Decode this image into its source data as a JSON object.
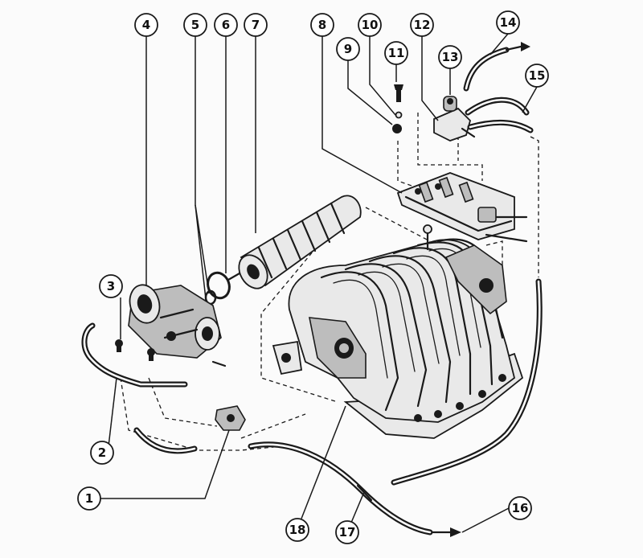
{
  "callouts": [
    {
      "id": "c1",
      "label": "1"
    },
    {
      "id": "c2",
      "label": "2"
    },
    {
      "id": "c3",
      "label": "3"
    },
    {
      "id": "c4",
      "label": "4"
    },
    {
      "id": "c5",
      "label": "5"
    },
    {
      "id": "c6",
      "label": "6"
    },
    {
      "id": "c7",
      "label": "7"
    },
    {
      "id": "c8",
      "label": "8"
    },
    {
      "id": "c9",
      "label": "9"
    },
    {
      "id": "c10",
      "label": "10"
    },
    {
      "id": "c11",
      "label": "11"
    },
    {
      "id": "c12",
      "label": "12"
    },
    {
      "id": "c13",
      "label": "13"
    },
    {
      "id": "c14",
      "label": "14"
    },
    {
      "id": "c15",
      "label": "15"
    },
    {
      "id": "c16",
      "label": "16"
    },
    {
      "id": "c17",
      "label": "17"
    },
    {
      "id": "c18",
      "label": "18"
    }
  ],
  "colors": {
    "ink": "#1a1a1a",
    "background": "#fbfbfb"
  }
}
